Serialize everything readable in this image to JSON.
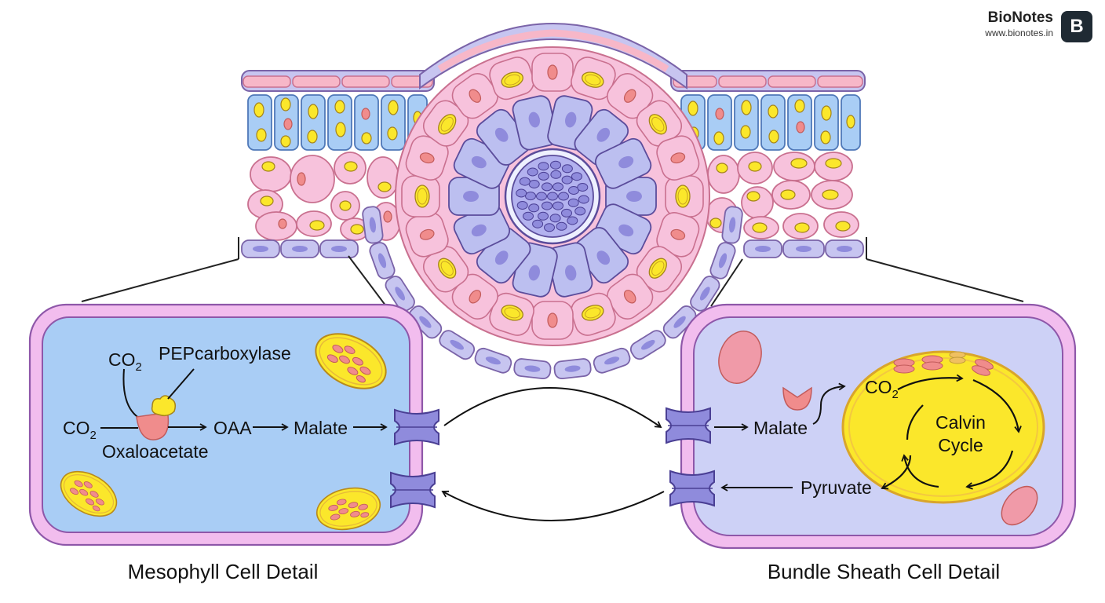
{
  "brand": {
    "name": "BioNotes",
    "url": "www.bionotes.in",
    "logo_letter": "B"
  },
  "mesophyll": {
    "co2_pep": "CO",
    "co2_pep_sub": "2",
    "enzyme": "PEPcarboxylase",
    "co2_in": "CO",
    "co2_in_sub": "2",
    "oaa": "OAA",
    "malate": "Malate",
    "product": "Oxaloacetate",
    "caption": "Mesophyll Cell Detail"
  },
  "bundle_sheath": {
    "malate": "Malate",
    "co2": "CO",
    "co2_sub": "2",
    "cycle_line1": "Calvin",
    "cycle_line2": "Cycle",
    "pyruvate": "Pyruvate",
    "caption": "Bundle Sheath Cell Detail"
  },
  "colors": {
    "mesophyll_fill": "#a9cdf5",
    "cell_membrane": "#e6a8e3",
    "bundle_fill": "#cdd1f6",
    "chloroplast": "#fbe72b",
    "pink_cell": "#f7c2dc",
    "vascular": "#9d9de6",
    "outline": "#7a63a8"
  }
}
